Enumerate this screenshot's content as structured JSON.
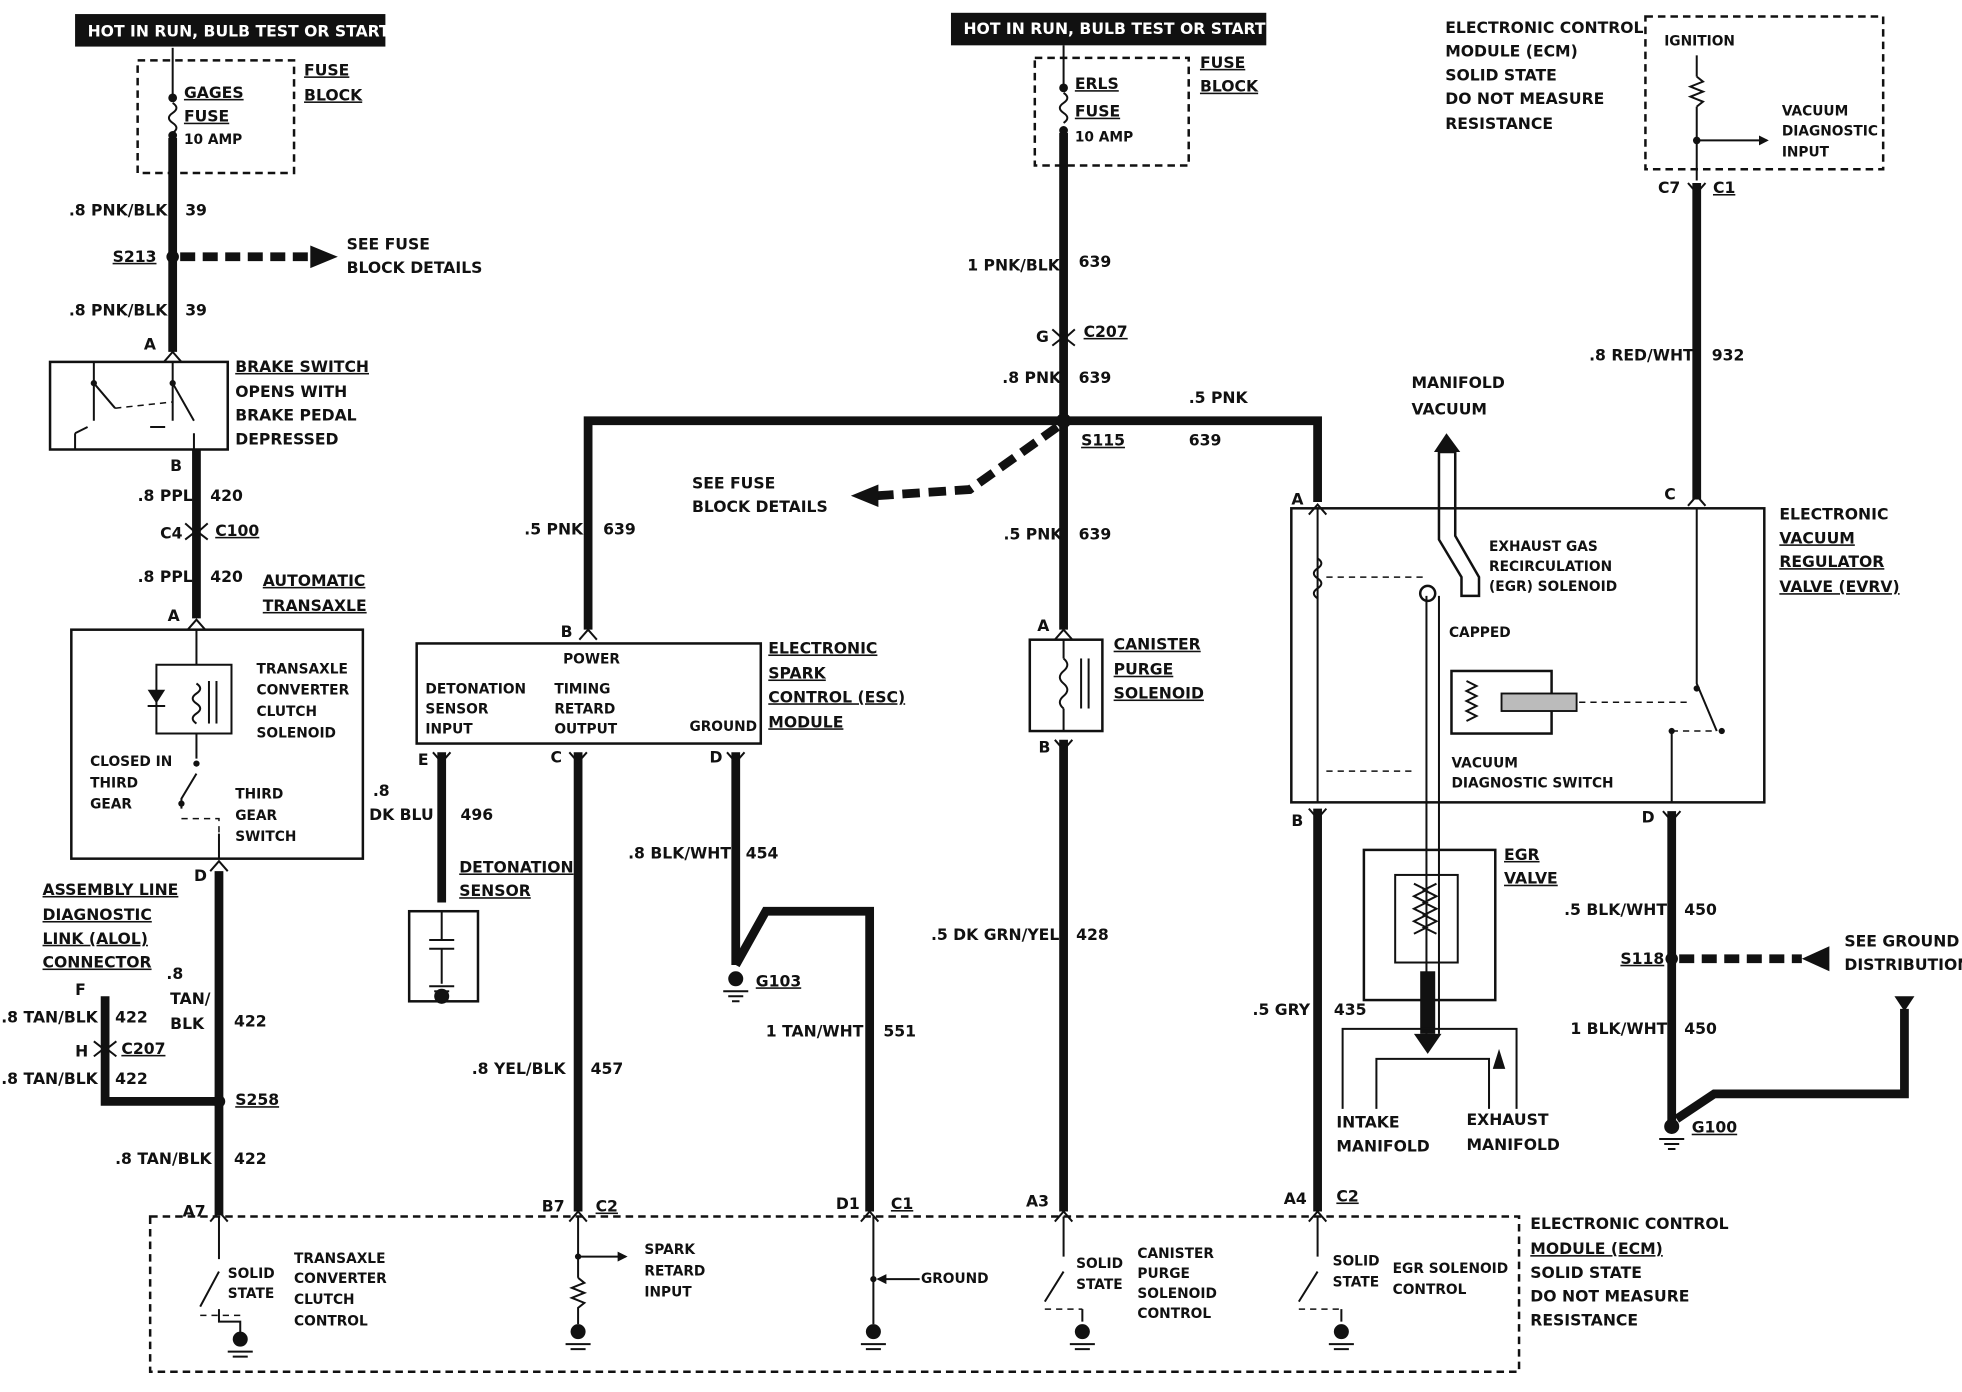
{
  "banners": {
    "left": "HOT IN RUN, BULB TEST OR START",
    "center": "HOT IN RUN, BULB TEST OR START"
  },
  "fuse_left": {
    "block": [
      "FUSE",
      "BLOCK"
    ],
    "name": [
      "GAGES",
      "FUSE",
      "10 AMP"
    ]
  },
  "fuse_center": {
    "block": [
      "FUSE",
      "BLOCK"
    ],
    "name": [
      "ERLS",
      "FUSE",
      "10 AMP"
    ]
  },
  "ecm_top": {
    "title": [
      "ELECTRONIC CONTROL",
      "MODULE (ECM)",
      "SOLID STATE",
      "DO NOT MEASURE",
      "RESISTANCE"
    ],
    "ignition": "IGNITION",
    "vacuum_input": [
      "VACUUM",
      "DIAGNOSTIC",
      "INPUT"
    ],
    "pin_c7": "C7",
    "conn_c1": "C1"
  },
  "left_column": {
    "w1": ".8 PNK/BLK",
    "c1": "39",
    "splice": "S213",
    "see_fuse": [
      "SEE FUSE",
      "BLOCK DETAILS"
    ],
    "w2": ".8 PNK/BLK",
    "c2": "39",
    "pin_a": "A",
    "brake": [
      "BRAKE SWITCH",
      "OPENS WITH",
      "BRAKE PEDAL",
      "DEPRESSED"
    ],
    "pin_b": "B",
    "w3": ".8 PPL",
    "c3": "420",
    "pin_c4": "C4",
    "conn_c100": "C100",
    "w4": ".8 PPL",
    "c4": "420",
    "transaxle_title": [
      "AUTOMATIC",
      "TRANSAXLE"
    ],
    "pin_a2": "A",
    "solenoid": [
      "TRANSAXLE",
      "CONVERTER",
      "CLUTCH",
      "SOLENOID"
    ],
    "closed": [
      "CLOSED IN",
      "THIRD",
      "GEAR"
    ],
    "third_gear": [
      "THIRD",
      "GEAR",
      "SWITCH"
    ],
    "pin_d": "D",
    "alol": [
      "ASSEMBLY LINE",
      "DIAGNOSTIC",
      "LINK (ALOL)",
      "CONNECTOR"
    ],
    "pin_f": "F",
    "w5": ".8 TAN/BLK",
    "c5": "422",
    "pin_h": "H",
    "conn_c207": "C207",
    "w6": ".8 TAN/BLK",
    "c6": "422",
    "w7": [
      ".8",
      "TAN/",
      "BLK"
    ],
    "c7": "422",
    "splice2": "S258",
    "w8": ".8 TAN/BLK",
    "c8": "422",
    "pin_a7": "A7"
  },
  "esc": {
    "power": "POWER",
    "det_input": [
      "DETONATION",
      "SENSOR",
      "INPUT"
    ],
    "timing": [
      "TIMING",
      "RETARD",
      "OUTPUT"
    ],
    "ground": "GROUND",
    "title": [
      "ELECTRONIC",
      "SPARK",
      "CONTROL (ESC)",
      "MODULE"
    ],
    "pin_b": "B",
    "pin_e": "E",
    "pin_c": "C",
    "pin_d": "D",
    "w_pwr": ".5 PNK",
    "c_pwr": "639",
    "w_det": [
      ".8",
      "DK BLU"
    ],
    "c_det": "496",
    "det_sensor": [
      "DETONATION",
      "SENSOR"
    ],
    "w_gnd": ".8 BLK/WHT",
    "c_gnd": "454",
    "g103": "G103",
    "w_ground2": "1 TAN/WHT",
    "c_ground2": "551",
    "w_timing": ".8 YEL/BLK",
    "c_timing": "457"
  },
  "center_column": {
    "w1": "1 PNK/BLK",
    "c1": "639",
    "pin_g": "G",
    "conn_c207": "C207",
    "w2": ".8 PNK",
    "c2": "639",
    "splice": "S115",
    "w_right": ".5 PNK",
    "c_right": "639",
    "see_fuse": [
      "SEE FUSE",
      "BLOCK DETAILS"
    ],
    "w3": ".5 PNK",
    "c3": "639",
    "pin_a": "A",
    "canister": [
      "CANISTER",
      "PURGE",
      "SOLENOID"
    ],
    "pin_b": "B",
    "w4": ".5 DK GRN/YEL",
    "c4": "428"
  },
  "evrv": {
    "title": [
      "ELECTRONIC",
      "VACUUM",
      "REGULATOR",
      "VALVE (EVRV)"
    ],
    "pin_a": "A",
    "pin_b": "B",
    "pin_c": "C",
    "pin_d": "D",
    "manifold_vacuum": [
      "MANIFOLD",
      "VACUUM"
    ],
    "egr_solenoid": [
      "EXHAUST GAS",
      "RECIRCULATION",
      "(EGR) SOLENOID"
    ],
    "capped": "CAPPED",
    "vacuum_switch": [
      "VACUUM",
      "DIAGNOSTIC  SWITCH"
    ],
    "egr_valve": [
      "EGR",
      "VALVE"
    ],
    "intake": [
      "INTAKE",
      "MANIFOLD"
    ],
    "exhaust": [
      "EXHAUST",
      "MANIFOLD"
    ],
    "w_gry": ".5 GRY",
    "c_gry": "435",
    "w_red": ".8 RED/WHT",
    "c_red": "932",
    "w_blk1": ".5 BLK/WHT",
    "c_blk1": "450",
    "splice": "S118",
    "see_ground": [
      "SEE GROUND",
      "DISTRIBUTION"
    ],
    "w_blk2": "1 BLK/WHT",
    "c_blk2": "450",
    "g100": "G100"
  },
  "ecm_bottom": {
    "pins": [
      "A7",
      "B7",
      "C2",
      "D1",
      "C1",
      "A3",
      "A4",
      "C2"
    ],
    "solid_state": [
      "SOLID",
      "STATE"
    ],
    "tcc": [
      "TRANSAXLE",
      "CONVERTER",
      "CLUTCH",
      "CONTROL"
    ],
    "spark": [
      "SPARK",
      "RETARD",
      "INPUT"
    ],
    "ground": "GROUND",
    "canister": [
      "CANISTER",
      "PURGE",
      "SOLENOID",
      "CONTROL"
    ],
    "egr": [
      "EGR SOLENOID",
      "CONTROL"
    ],
    "title": [
      "ELECTRONIC CONTROL",
      "MODULE (ECM)",
      "SOLID STATE",
      "DO NOT MEASURE",
      "RESISTANCE"
    ]
  }
}
